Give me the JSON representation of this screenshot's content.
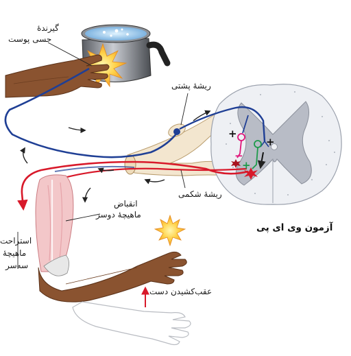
{
  "labels": {
    "sensory_receptor_l1": "گیرندهٔ",
    "sensory_receptor_l2": "حسی پوست",
    "dorsal_root": "ریشهٔ پشتی",
    "ventral_root": "ریشهٔ شکمی",
    "contraction_l1": "انقباض",
    "contraction_l2": "ماهیچهٔ دوسر",
    "relaxation_l1": "استراحت",
    "relaxation_l2": "ماهیچهٔ",
    "relaxation_l3": "سه‌سر",
    "withdraw": "عقب‌کشیدن دست"
  },
  "watermark": "آزمون وی ای پی",
  "signs": {
    "plus": "+",
    "minus": "−"
  },
  "colors": {
    "sensory_neuron": "#1f3f95",
    "motor_neuron": "#d8192a",
    "inter_excitatory": "#1d9a4a",
    "inter_inhibitory": "#e0157a",
    "skin": "#8a5330",
    "muscle": "#f3c7c9",
    "grey_matter": "#b8bcc6",
    "white_matter": "#eef0f4",
    "nerve_sheath": "#f3e6cf"
  }
}
